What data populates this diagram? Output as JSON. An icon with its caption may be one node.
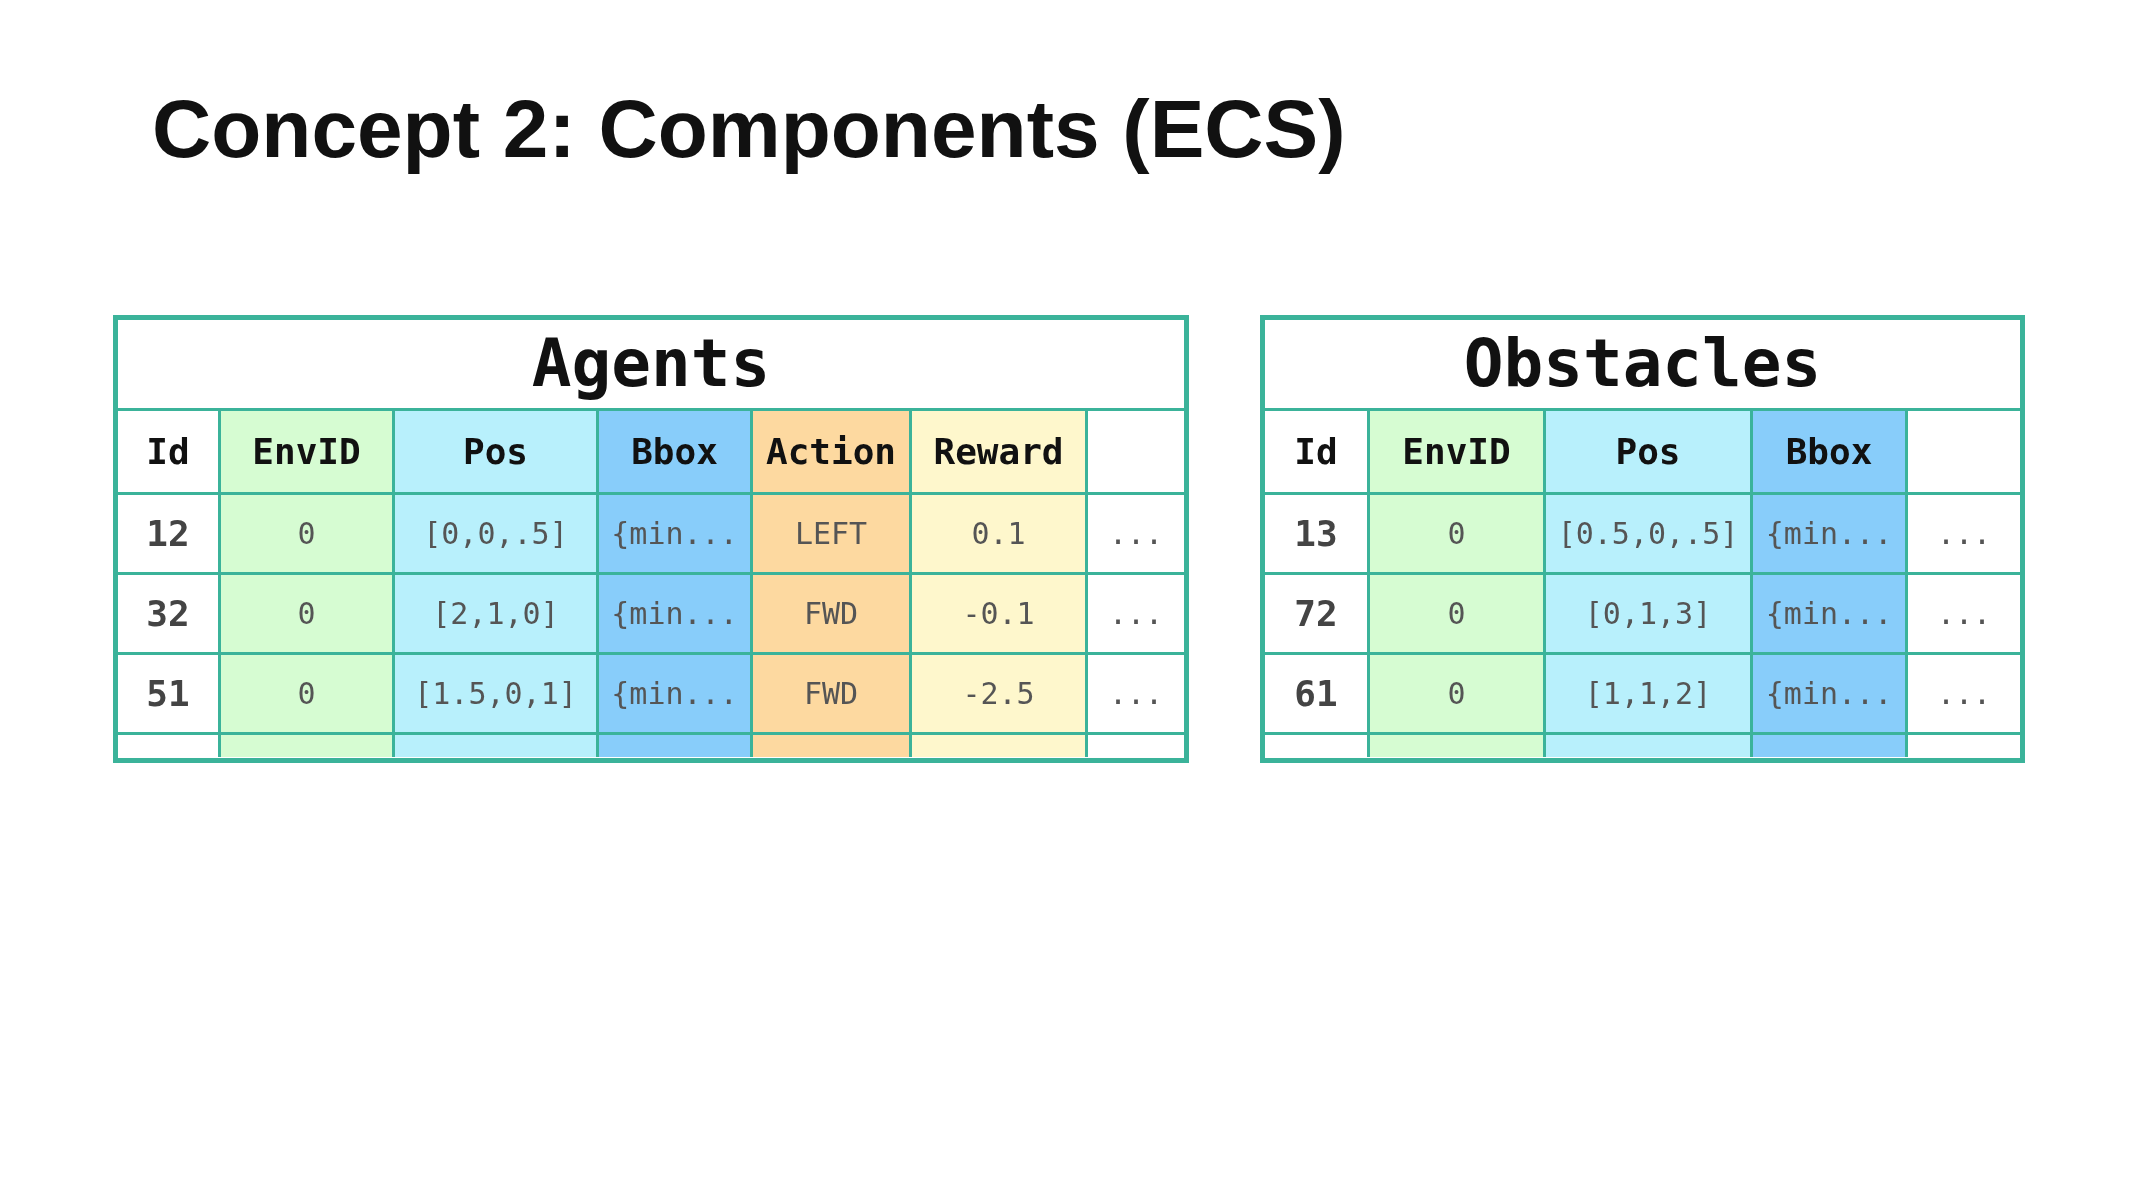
{
  "diagram": {
    "title": "Concept 2: Components (ECS)",
    "nodes": [
      {
        "text": [
          "Agents"
        ]
      },
      {
        "text": [
          "Obstacles"
        ]
      }
    ],
    "edges": [],
    "labels": [
      "Id",
      "EnvID",
      "Pos",
      "Bbox",
      "Action",
      "Reward",
      "12",
      "0",
      "[0,0,.5]",
      "{min...",
      "LEFT",
      "0.1",
      "...",
      "32",
      "0",
      "[2,1,0]",
      "{min...",
      "FWD",
      "-0.1",
      "...",
      "51",
      "0",
      "[1.5,0,1]",
      "{min...",
      "FWD",
      "-2.5",
      "...",
      "Id",
      "EnvID",
      "Pos",
      "Bbox",
      "13",
      "0",
      "[0.5,0,.5]",
      "{min...",
      "...",
      "72",
      "0",
      "[0,1,3]",
      "{min...",
      "...",
      "61",
      "0",
      "[1,1,2]",
      "{min...",
      "..."
    ]
  }
}
